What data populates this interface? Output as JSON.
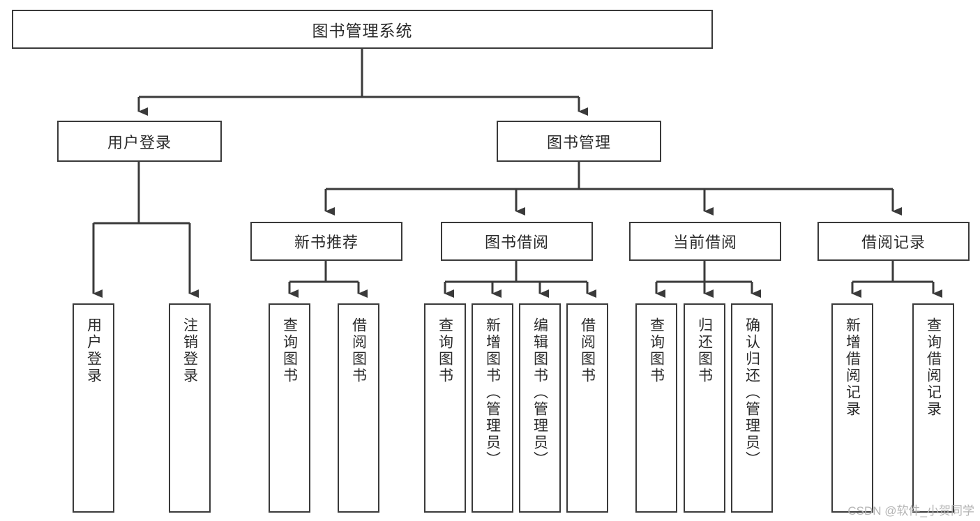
{
  "diagram": {
    "type": "tree-hierarchy",
    "title": "图书管理系统",
    "colors": {
      "background": "#ffffff",
      "box_border": "#3a3a3a",
      "box_fill": "#ffffff",
      "text": "#2b2b2b",
      "edge": "#3a3a3a",
      "watermark": "#b4b4b4"
    },
    "nodes": {
      "root": {
        "label": "图书管理系统"
      },
      "level1": [
        {
          "id": "user-login",
          "label": "用户登录"
        },
        {
          "id": "book-management",
          "label": "图书管理"
        }
      ],
      "level2": [
        {
          "id": "new-book-recommend",
          "label": "新书推荐"
        },
        {
          "id": "book-borrow",
          "label": "图书借阅"
        },
        {
          "id": "current-borrow",
          "label": "当前借阅"
        },
        {
          "id": "borrow-record",
          "label": "借阅记录"
        }
      ],
      "leaves": {
        "user-login": [
          {
            "id": "leaf-user-login",
            "label": "用户登录"
          },
          {
            "id": "leaf-logout-login",
            "label": "注销登录"
          }
        ],
        "new-book-recommend": [
          {
            "id": "leaf-query-book-1",
            "label": "查询图书"
          },
          {
            "id": "leaf-borrow-book-1",
            "label": "借阅图书"
          }
        ],
        "book-borrow": [
          {
            "id": "leaf-query-book-2",
            "label": "查询图书"
          },
          {
            "id": "leaf-add-book",
            "label": "新增图书（管理员）"
          },
          {
            "id": "leaf-edit-book",
            "label": "编辑图书（管理员）"
          },
          {
            "id": "leaf-borrow-book-2",
            "label": "借阅图书"
          }
        ],
        "current-borrow": [
          {
            "id": "leaf-query-book-3",
            "label": "查询图书"
          },
          {
            "id": "leaf-return-book",
            "label": "归还图书"
          },
          {
            "id": "leaf-confirm-return",
            "label": "确认归还（管理员）"
          }
        ],
        "borrow-record": [
          {
            "id": "leaf-add-record",
            "label": "新增借阅记录"
          },
          {
            "id": "leaf-query-record",
            "label": "查询借阅记录"
          }
        ]
      }
    },
    "watermark": "CSDN @软件_小贺同学"
  }
}
